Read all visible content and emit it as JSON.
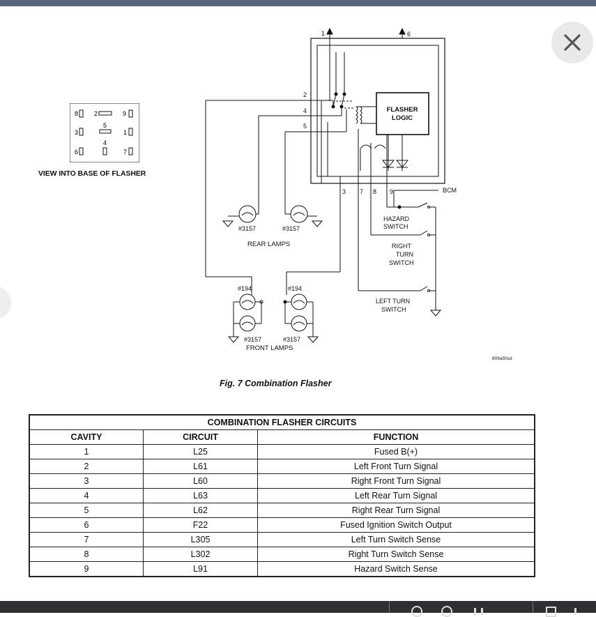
{
  "base_view": {
    "pins": [
      "8",
      "2",
      "9",
      "3",
      "5",
      "1",
      "4",
      "6",
      "7"
    ],
    "caption": "VIEW INTO BASE OF FLASHER"
  },
  "diagram": {
    "top_pins": [
      "1",
      "6"
    ],
    "left_pins": [
      "2",
      "4",
      "5"
    ],
    "bottom_pins": [
      "3",
      "7",
      "8",
      "9"
    ],
    "flasher_logic": [
      "FLASHER",
      "LOGIC"
    ],
    "bcm": "BCM",
    "hazard_switch": [
      "HAZARD",
      "SWITCH"
    ],
    "right_turn_switch": [
      "RIGHT",
      "TURN",
      "SWITCH"
    ],
    "left_turn_switch": [
      "LEFT TURN",
      "SWITCH"
    ],
    "rear_lamp_left": "#3157",
    "rear_lamp_right": "#3157",
    "rear_lamps_label": "REAR LAMPS",
    "front_top_left": "#194",
    "front_top_right": "#194",
    "front_bottom_left": "#3157",
    "front_bottom_right": "#3157",
    "front_lamps_label": "FRONT LAMPS",
    "figure_code": "809a50cd"
  },
  "figure_caption": "Fig. 7 Combination Flasher",
  "table": {
    "title": "COMBINATION FLASHER CIRCUITS",
    "headers": [
      "CAVITY",
      "CIRCUIT",
      "FUNCTION"
    ],
    "rows": [
      [
        "1",
        "L25",
        "Fused B(+)"
      ],
      [
        "2",
        "L61",
        "Left Front Turn Signal"
      ],
      [
        "3",
        "L60",
        "Right Front Turn Signal"
      ],
      [
        "4",
        "L63",
        "Left Rear Turn Signal"
      ],
      [
        "5",
        "L62",
        "Right Rear Turn Signal"
      ],
      [
        "6",
        "F22",
        "Fused Ignition Switch Output"
      ],
      [
        "7",
        "L305",
        "Left Turn Switch Sense"
      ],
      [
        "8",
        "L302",
        "Right Turn Switch Sense"
      ],
      [
        "9",
        "L91",
        "Hazard Switch Sense"
      ]
    ]
  },
  "icons": {
    "close": "close-icon",
    "previous": "chevron-left-icon"
  }
}
